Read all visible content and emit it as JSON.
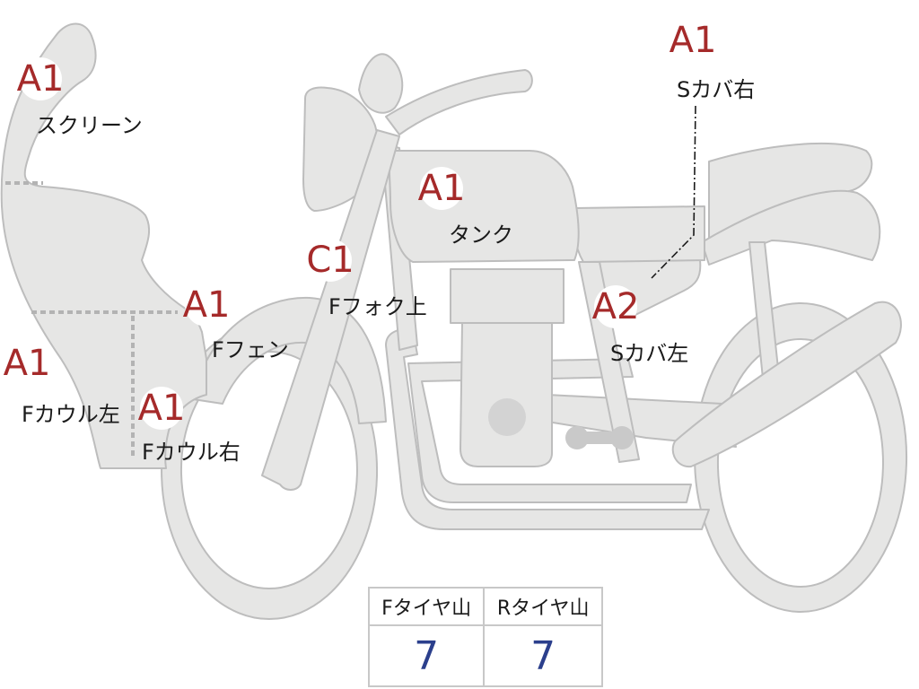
{
  "theme": {
    "body_color": "#e6e6e5",
    "outline_color": "#bdbdbd",
    "dot_color": "#b3b3b3",
    "grade_color": "#a52a2a",
    "value_color": "#2b3f8c"
  },
  "parts": [
    {
      "id": "screen",
      "grade": "A1",
      "label": "スクリーン"
    },
    {
      "id": "tank",
      "grade": "A1",
      "label": "タンク"
    },
    {
      "id": "side-cover-right",
      "grade": "A1",
      "label": "Sカバ右"
    },
    {
      "id": "front-fork-upper",
      "grade": "C1",
      "label": "Fフォク上"
    },
    {
      "id": "front-fender",
      "grade": "A1",
      "label": "Fフェン"
    },
    {
      "id": "side-cover-left",
      "grade": "A2",
      "label": "Sカバ左"
    },
    {
      "id": "front-cowl-left",
      "grade": "A1",
      "label": "Fカウル左"
    },
    {
      "id": "front-cowl-right",
      "grade": "A1",
      "label": "Fカウル右"
    }
  ],
  "tire_table": {
    "headers": [
      "Fタイヤ山",
      "Rタイヤ山"
    ],
    "values": [
      "7",
      "7"
    ]
  }
}
